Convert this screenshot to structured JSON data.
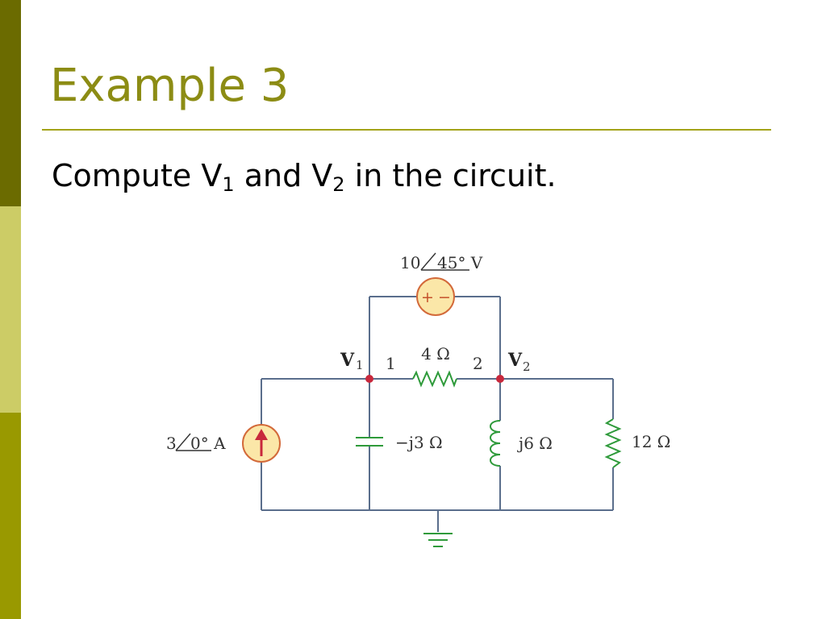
{
  "slide": {
    "title": "Example 3",
    "prompt": {
      "part1": "Compute V",
      "sub1": "1",
      "part2": " and V",
      "sub2": "2",
      "part3": " in the circuit."
    },
    "accent_color": "#8c8c14"
  },
  "circuit": {
    "voltage_source": {
      "magnitude": "10",
      "angle": "45° V"
    },
    "current_source": {
      "magnitude": "3",
      "angle": "0° A"
    },
    "node_v1_label": "V",
    "node_v1_sub": "1",
    "node_v2_label": "V",
    "node_v2_sub": "2",
    "node_1_number": "1",
    "node_2_number": "2",
    "resistor_4": "4 Ω",
    "capacitor": "−j3 Ω",
    "inductor": "j6 Ω",
    "resistor_12": "12 Ω",
    "source_plus": "+",
    "source_minus": "−"
  }
}
